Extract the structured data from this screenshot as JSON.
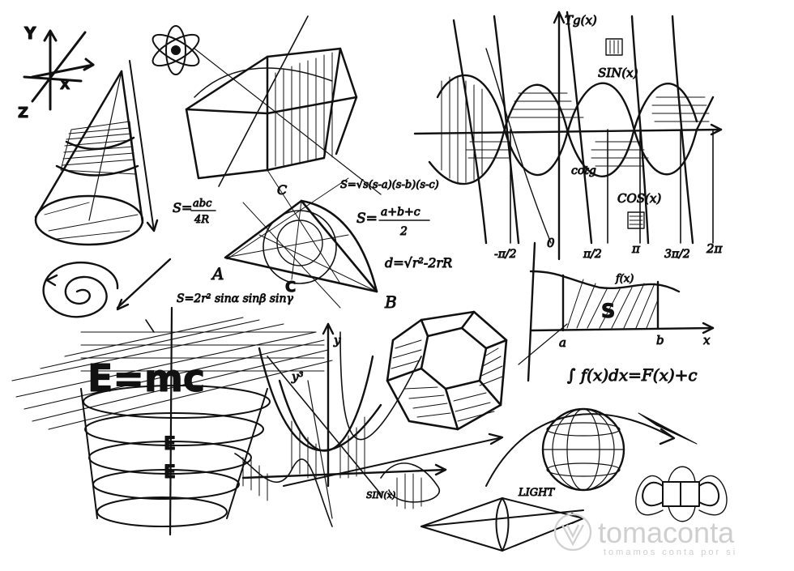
{
  "sketch": {
    "axes_labels": {
      "y": "Y",
      "x": "X",
      "z": "Z"
    },
    "formulas": {
      "heron_left": "S=",
      "heron_left_num": "abc",
      "heron_left_den": "4R",
      "root_formula": "S=√s(s-a)(s-b)(s-c)",
      "half_perimeter": "S=",
      "half_perimeter_num": "a+b+c",
      "half_perimeter_den": "2",
      "median": "d=√r²-2rR",
      "area_line": "S=2r² sinα sinβ sinγ",
      "energy": "E=mc",
      "integral": "∫ f(x)dx=F(x)+c",
      "fx": "f(x)",
      "tgx": "Tg(x)",
      "sinx": "SIN(x)",
      "cotx": "cotg",
      "cosx": "COS(x)",
      "sinx_small": "SIN(x)",
      "light": "LIGHT",
      "y_sq": "y³",
      "y_small": "y"
    },
    "triangle_labels": {
      "a": "A",
      "b": "B",
      "c_bottom": "C",
      "c_top": "C"
    },
    "trig_axis_ticks": [
      "-π/2",
      "0",
      "π/2",
      "π",
      "3π/2",
      "2π"
    ],
    "integral_axis": {
      "a": "a",
      "b": "b",
      "x": "x",
      "s": "S"
    }
  },
  "watermark": {
    "brand": "tomaconta",
    "tagline": "tomamos conta por si"
  }
}
